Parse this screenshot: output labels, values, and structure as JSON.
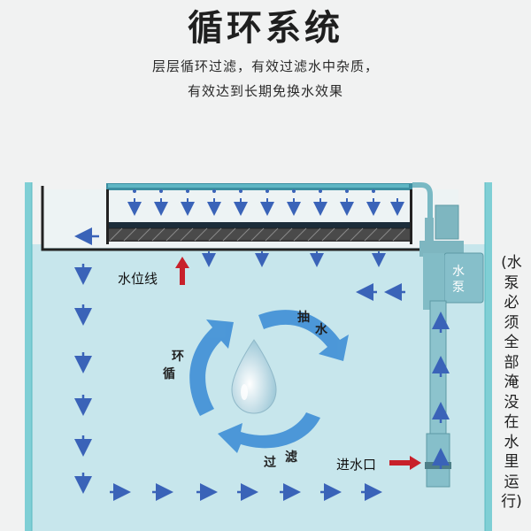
{
  "header": {
    "title": "循环系统",
    "subtitle_line1": "层层循环过滤，有效过滤水中杂质，",
    "subtitle_line2": "有效达到长期免换水效果"
  },
  "labels": {
    "water_line": "水位线",
    "pump": [
      "水",
      "泵"
    ],
    "inlet": "进水口",
    "cycle": [
      "循",
      "环"
    ],
    "pump_water": [
      "抽",
      "水"
    ],
    "filter": [
      "过",
      "滤"
    ],
    "side_note": "(水泵必须全部淹没在水里运行)"
  },
  "colors": {
    "water": "#c7e6ec",
    "tank_edge": "#6cc4cc",
    "flow_arrow": "#3a63b8",
    "red_arrow": "#c8202a",
    "cycle_arrow": "#3f8fd6"
  }
}
